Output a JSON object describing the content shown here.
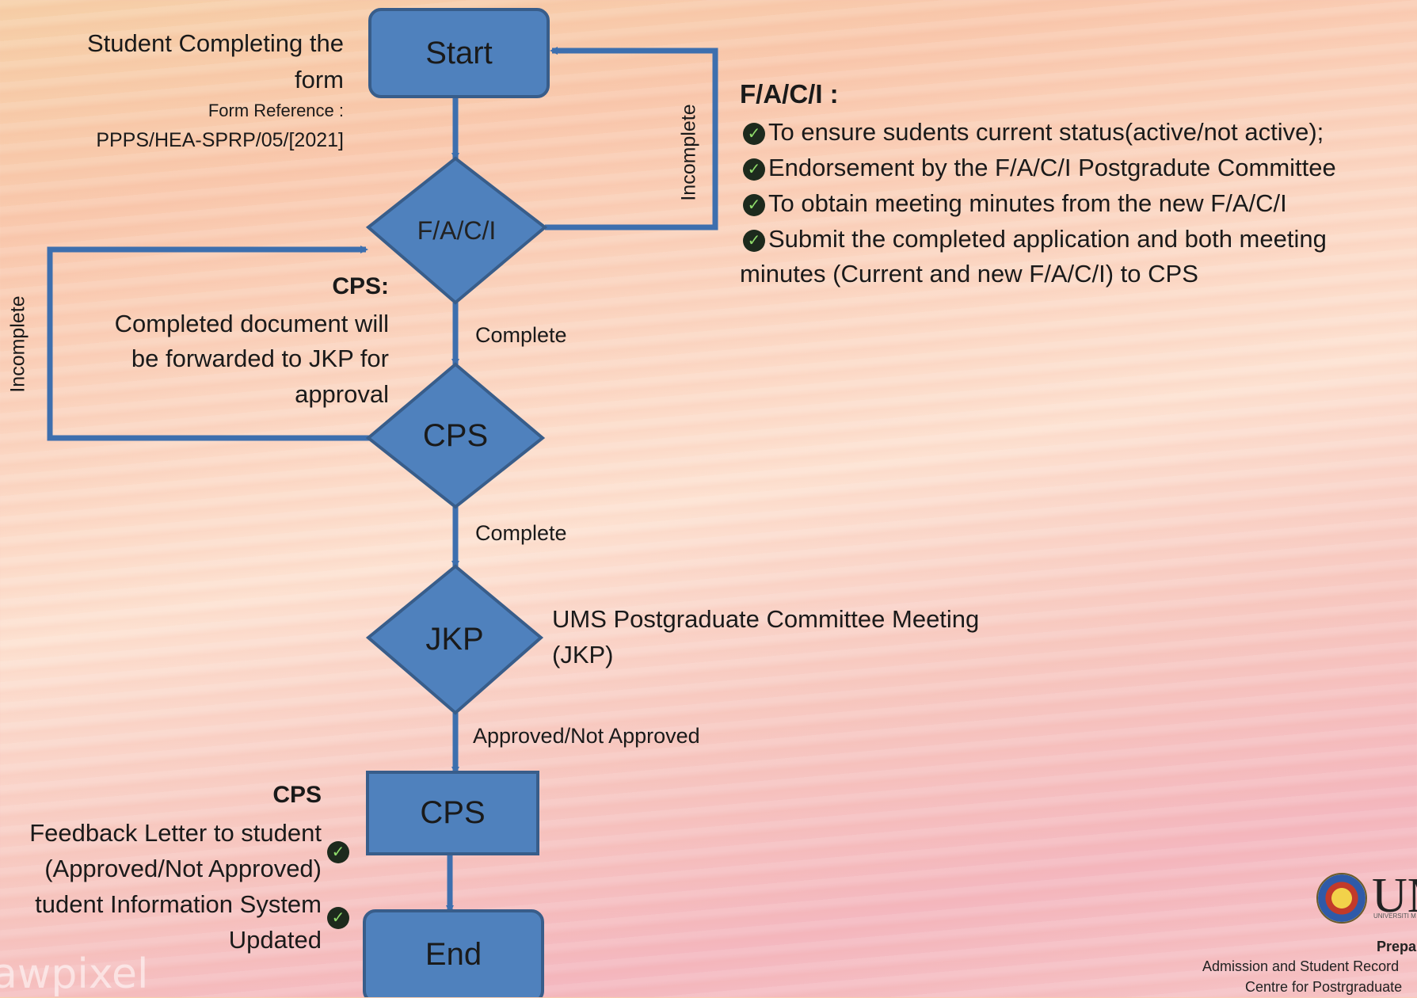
{
  "nodes": {
    "start": "Start",
    "faci": "F/A/C/I",
    "cps_decision": "CPS",
    "jkp": "JKP",
    "cps_box": "CPS",
    "end": "End"
  },
  "edge_labels": {
    "complete_1": "Complete",
    "complete_2": "Complete",
    "approved": "Approved/Not  Approved",
    "incomplete_right": "Incomplete",
    "incomplete_left": "Incomplete"
  },
  "start_note": {
    "line1": "Student Completing the",
    "line2": "form",
    "ref_label": "Form Reference :",
    "ref_code": "PPPS/HEA-SPRP/05/[2021]"
  },
  "faci_panel": {
    "heading": "F/A/C/I :",
    "items": [
      "To ensure sudents current status(active/not active);",
      "Endorsement by the F/A/C/I Postgradute Committee",
      "To obtain meeting minutes from the new F/A/C/I",
      "Submit the completed application and both meeting"
    ],
    "continuation": "minutes (Current and new F/A/C/I) to CPS"
  },
  "cps_note": {
    "heading": "CPS:",
    "line1": "Completed document will",
    "line2": "be forwarded to JKP for",
    "line3": "approval"
  },
  "jkp_note": {
    "line1": "UMS Postgraduate Committee Meeting",
    "line2": "(JKP)"
  },
  "cps_final_note": {
    "heading": "CPS",
    "line1": "Feedback Letter to student",
    "line2": "(Approved/Not Approved)",
    "line3": "tudent Information System",
    "line4": "Updated"
  },
  "footer": {
    "watermark": "awpixel",
    "logo_text": "UM",
    "logo_sub": "UNIVERSITI M",
    "prepared": "Prepa",
    "admission": "Admission and Student Record",
    "centre": "Centre for Postrgraduate"
  },
  "colors": {
    "shape_fill": "#4f81bd",
    "shape_stroke": "#385d8a",
    "check": "#1d2a1d"
  }
}
